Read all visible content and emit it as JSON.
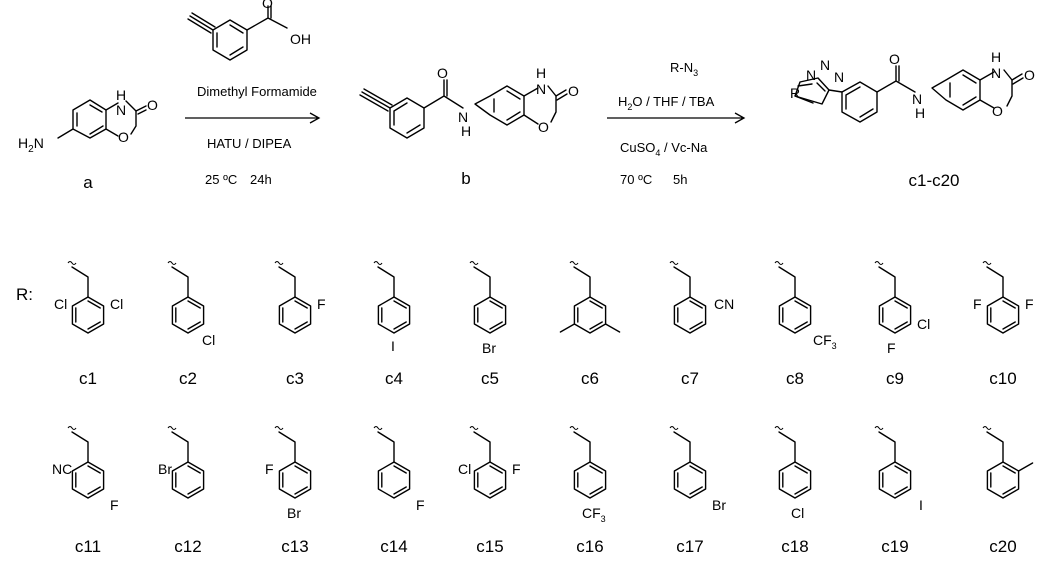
{
  "scheme": {
    "step1": {
      "reagent_label": "Dimethyl Formamide",
      "coupling": "HATU / DIPEA",
      "temperature": "25 ºC",
      "time": "24h"
    },
    "step2": {
      "reagent_label": "R-N",
      "reagent_sub": "3",
      "solvent_parts": [
        "H",
        "2",
        "O / THF /  TBA"
      ],
      "catalyst_parts": [
        "CuSO",
        "4",
        "  / Vc-Na"
      ],
      "temperature": "70 ºC",
      "time": "5h"
    },
    "compounds": {
      "a": "a",
      "b": "b",
      "c": "c1-c20"
    },
    "r_prefix": "R:",
    "atoms": {
      "H": "H",
      "N": "N",
      "O": "O",
      "OH": "OH",
      "H2N_H": "H",
      "H2N_2": "2",
      "H2N_N": "N",
      "R": "R"
    }
  },
  "substituents": [
    {
      "label": "c1",
      "groups": [
        "Cl",
        "Cl"
      ]
    },
    {
      "label": "c2",
      "groups": [
        "Cl"
      ]
    },
    {
      "label": "c3",
      "groups": [
        "F"
      ]
    },
    {
      "label": "c4",
      "groups": [
        "I"
      ]
    },
    {
      "label": "c5",
      "groups": [
        "Br"
      ]
    },
    {
      "label": "c6",
      "groups": []
    },
    {
      "label": "c7",
      "groups": [
        "CN"
      ]
    },
    {
      "label": "c8",
      "groups": [
        "CF",
        "3"
      ]
    },
    {
      "label": "c9",
      "groups": [
        "Cl",
        "F"
      ]
    },
    {
      "label": "c10",
      "groups": [
        "F",
        "F"
      ]
    },
    {
      "label": "c11",
      "groups": [
        "NC",
        "F"
      ]
    },
    {
      "label": "c12",
      "groups": [
        "Br"
      ]
    },
    {
      "label": "c13",
      "groups": [
        "F",
        "Br"
      ]
    },
    {
      "label": "c14",
      "groups": [
        "F"
      ]
    },
    {
      "label": "c15",
      "groups": [
        "Cl",
        "F"
      ]
    },
    {
      "label": "c16",
      "groups": [
        "CF",
        "3"
      ]
    },
    {
      "label": "c17",
      "groups": [
        "Br"
      ]
    },
    {
      "label": "c18",
      "groups": [
        "Cl"
      ]
    },
    {
      "label": "c19",
      "groups": [
        "I"
      ]
    },
    {
      "label": "c20",
      "groups": []
    }
  ]
}
